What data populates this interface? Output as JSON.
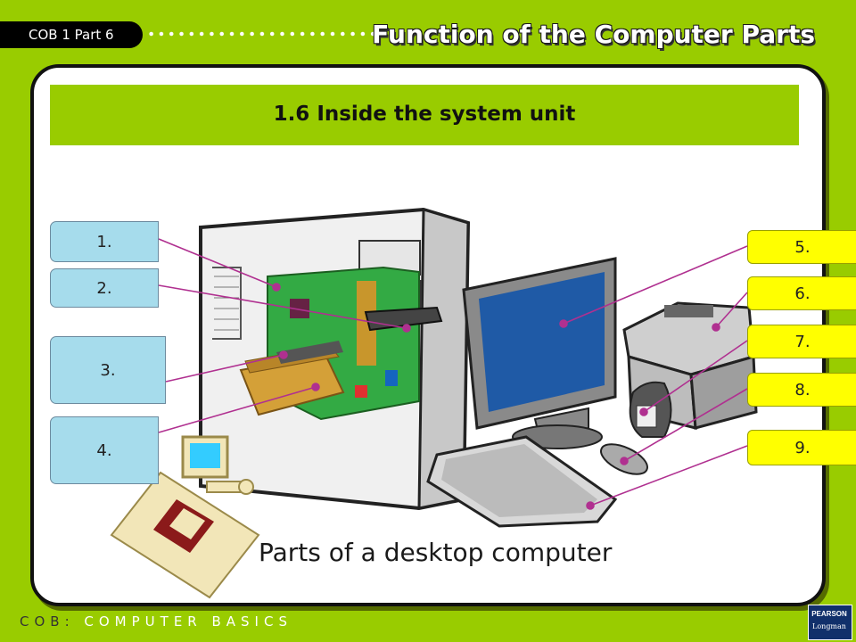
{
  "header": {
    "tab_label": "COB 1 Part 6",
    "title": "Function of the Computer Parts"
  },
  "banner": {
    "title": "1.6 Inside the system unit"
  },
  "left_labels": [
    "1.",
    "2.",
    "3.",
    "4."
  ],
  "right_labels": [
    "5.",
    "6.",
    "7.",
    "8.",
    "9."
  ],
  "caption": "Parts of a desktop computer",
  "footer": {
    "prefix": "COB:",
    "text": "COMPUTER BASICS"
  },
  "logo": {
    "line1": "PEARSON",
    "line2": "Longman"
  },
  "colors": {
    "background": "#99cc00",
    "banner": "#99cc00",
    "left_label_fill": "#a6dcec",
    "right_label_fill": "#ffff00",
    "connector": "#b03090"
  }
}
